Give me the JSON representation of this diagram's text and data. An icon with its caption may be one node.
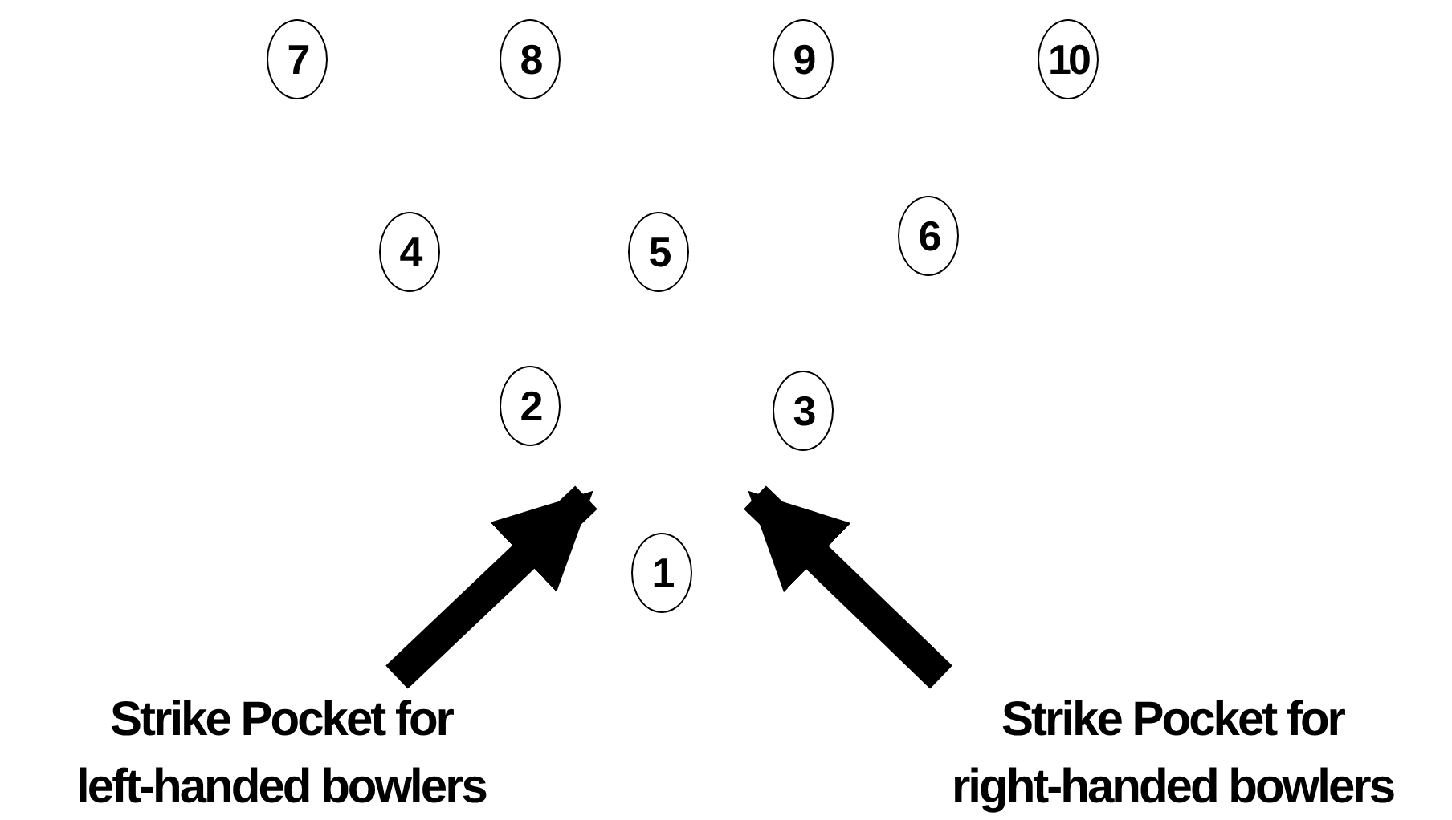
{
  "diagram": {
    "nodes": [
      {
        "text": [
          "7"
        ]
      },
      {
        "text": [
          "8"
        ]
      },
      {
        "text": [
          "9"
        ]
      },
      {
        "text": [
          "10"
        ]
      },
      {
        "text": [
          "4"
        ]
      },
      {
        "text": [
          "5"
        ]
      },
      {
        "text": [
          "6"
        ]
      },
      {
        "text": [
          "2"
        ]
      },
      {
        "text": [
          "3"
        ]
      },
      {
        "text": [
          "1"
        ]
      },
      {
        "text": [
          "Strike Pocket for left-handed bowlers"
        ]
      },
      {
        "text": [
          "Strike Pocket for right-handed bowlers"
        ]
      }
    ],
    "edges": [
      {
        "from": 10,
        "to": 7,
        "arrow": "to"
      },
      {
        "from": 11,
        "to": 8,
        "arrow": "to"
      }
    ]
  }
}
